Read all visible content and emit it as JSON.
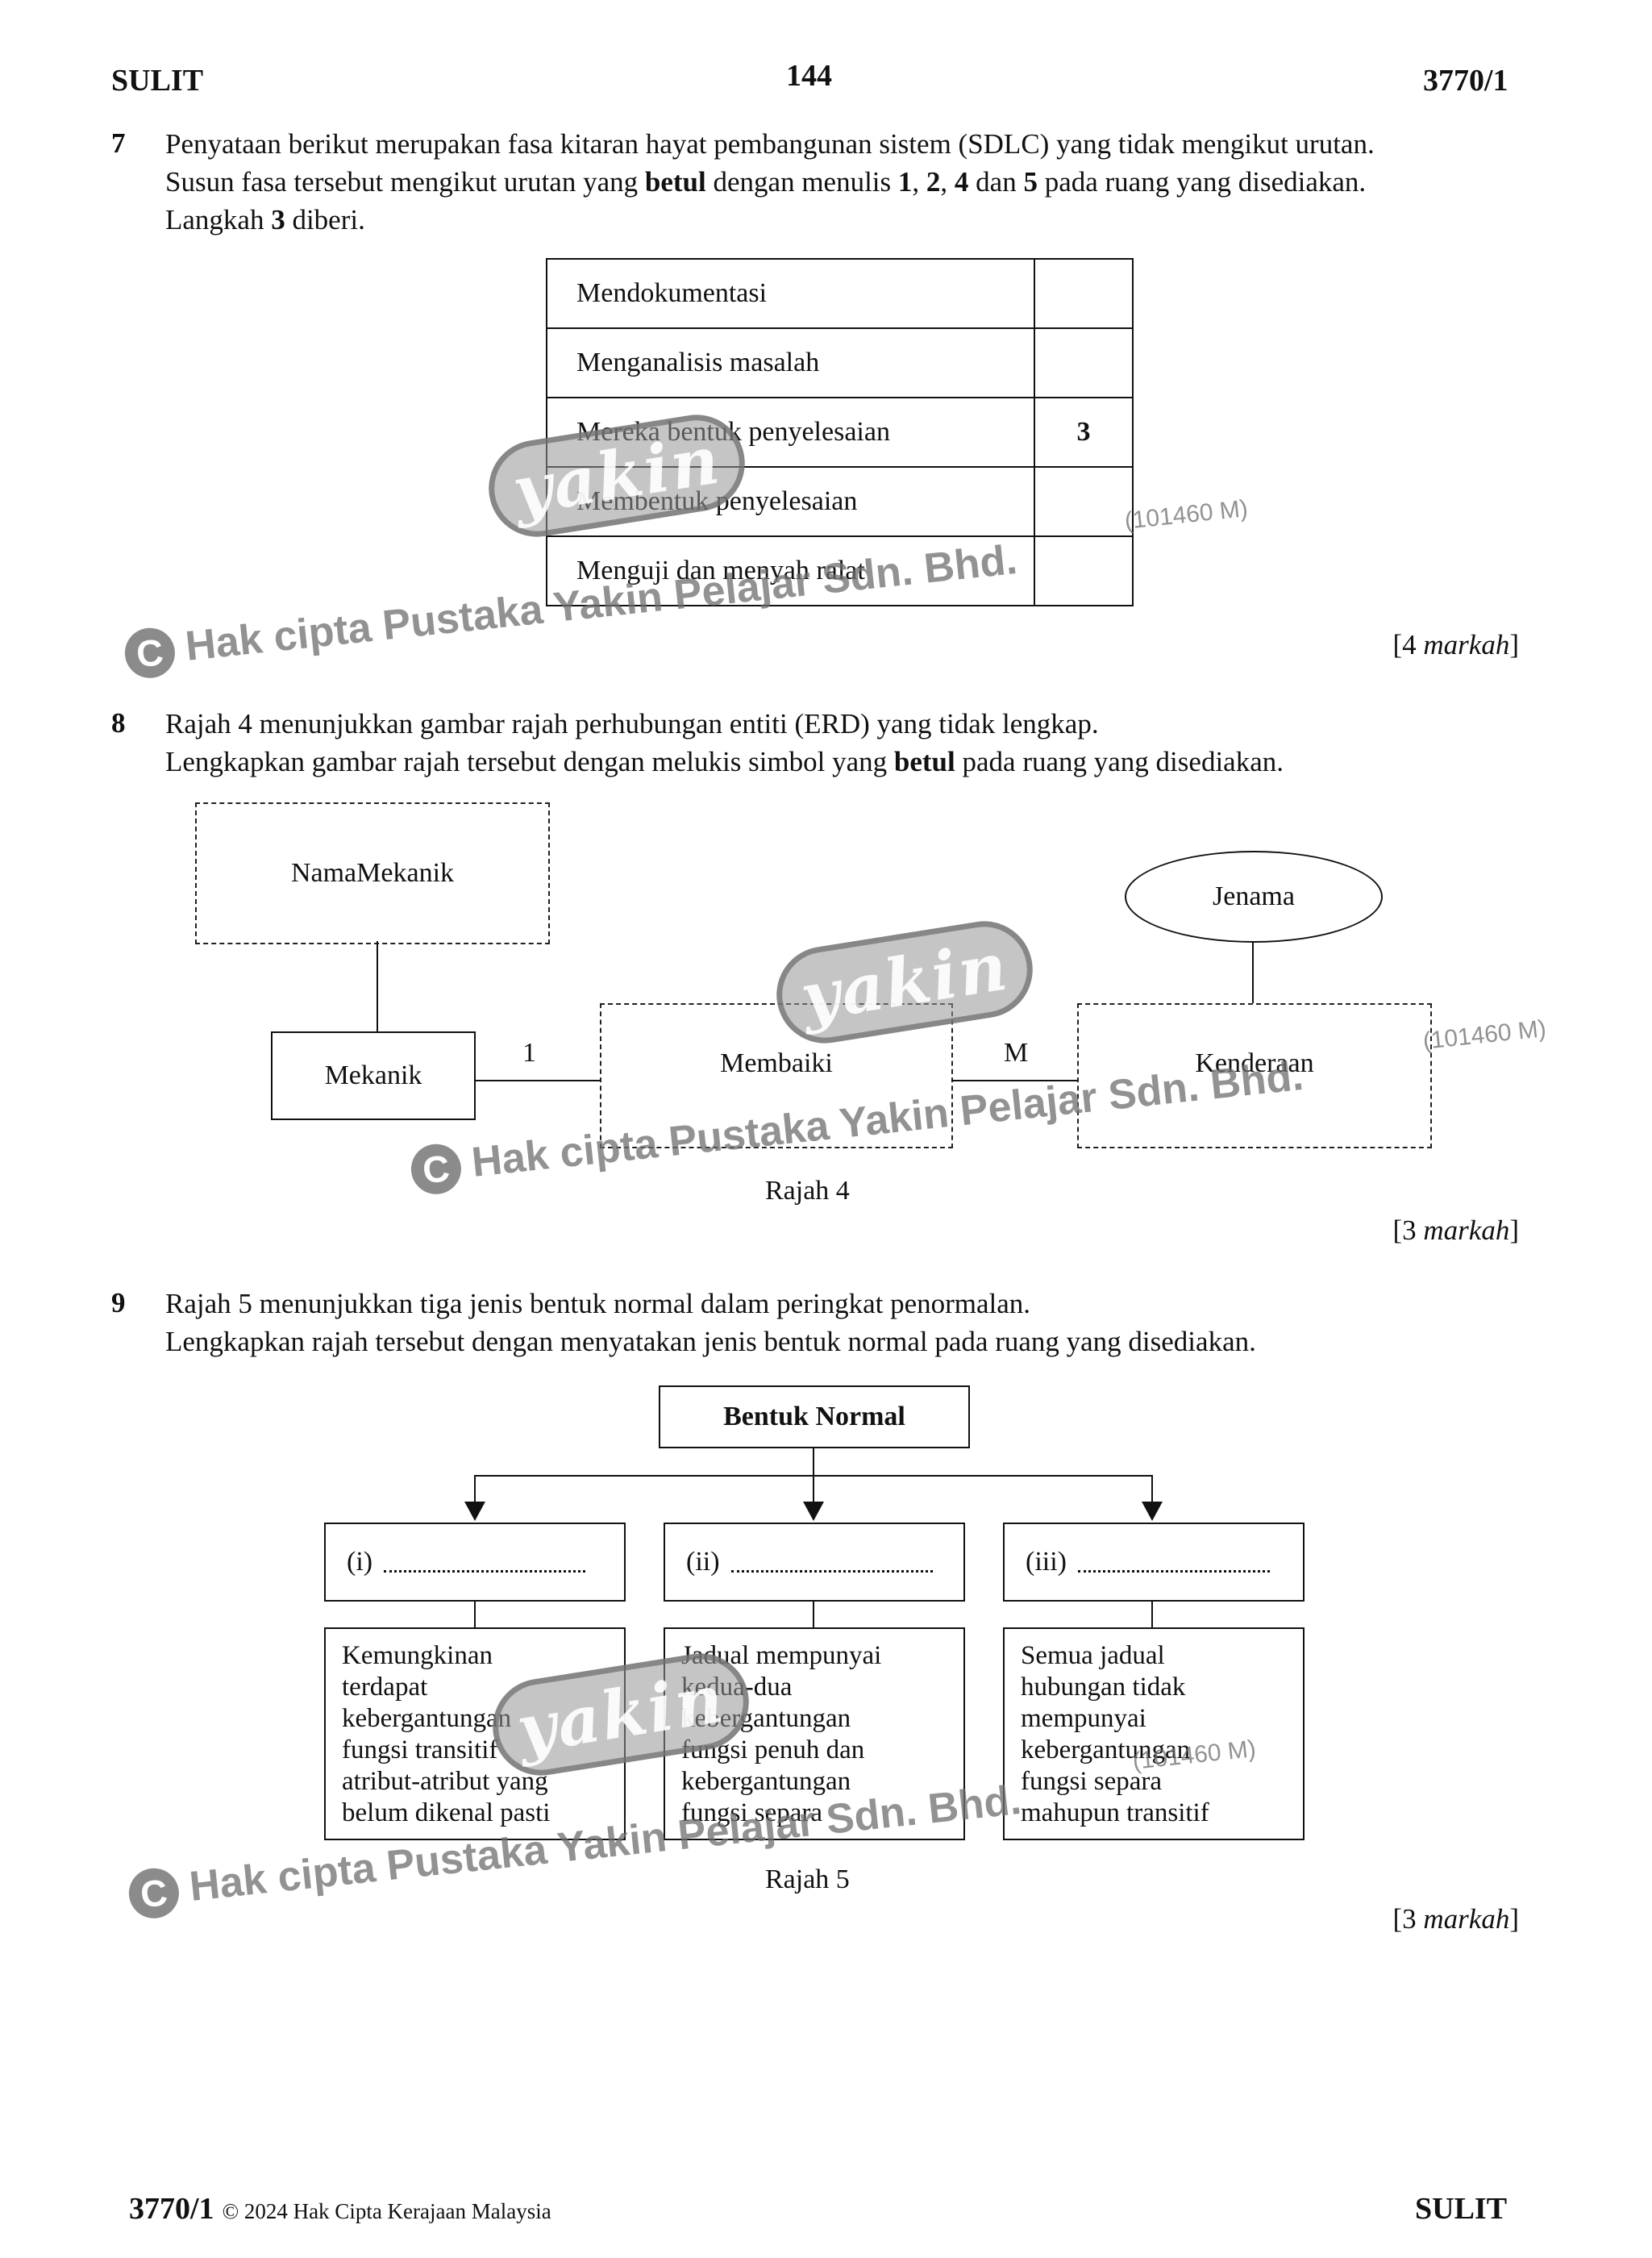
{
  "header": {
    "left": "SULIT",
    "page": "144",
    "right": "3770/1"
  },
  "q7": {
    "number": "7",
    "line1": "Penyataan berikut merupakan fasa kitaran hayat pembangunan sistem (SDLC) yang tidak mengikut urutan.",
    "line2_a": "Susun fasa tersebut mengikut urutan yang ",
    "line2_b": "betul",
    "line2_c": " dengan menulis ",
    "n1": "1",
    "n2": "2",
    "n4": "4",
    "n5": "5",
    "sep": ", ",
    "dan": " dan ",
    "line2_d": " pada ruang yang disediakan.",
    "line3_a": "Langkah ",
    "line3_b": "3",
    "line3_c": " diberi.",
    "rows": [
      {
        "phase": "Mendokumentasi",
        "answer": ""
      },
      {
        "phase": "Menganalisis masalah",
        "answer": ""
      },
      {
        "phase": "Mereka bentuk penyelesaian",
        "answer": "3"
      },
      {
        "phase": "Membentuk penyelesaian",
        "answer": ""
      },
      {
        "phase": "Menguji dan menyah ralat",
        "answer": ""
      }
    ],
    "marks_open": "[4 ",
    "marks_word": "markah",
    "marks_close": "]"
  },
  "q8": {
    "number": "8",
    "line1": "Rajah 4 menunjukkan gambar rajah perhubungan entiti (ERD) yang tidak lengkap.",
    "line2_a": "Lengkapkan gambar rajah tersebut dengan melukis simbol yang ",
    "line2_b": "betul",
    "line2_c": " pada ruang yang disediakan.",
    "erd": {
      "attr_mekanik": "NamaMekanik",
      "attr_kenderaan": "Jenama",
      "entity_left": "Mekanik",
      "relationship": "Membaiki",
      "entity_right": "Kenderaan",
      "card_left": "1",
      "card_right": "M"
    },
    "caption": "Rajah 4",
    "marks_open": "[3 ",
    "marks_word": "markah",
    "marks_close": "]"
  },
  "q9": {
    "number": "9",
    "line1": "Rajah 5 menunjukkan tiga jenis bentuk normal dalam peringkat penormalan.",
    "line2": "Lengkapkan rajah tersebut dengan menyatakan jenis bentuk normal pada ruang yang disediakan.",
    "root": "Bentuk Normal",
    "branches": [
      {
        "label": "(i)",
        "desc": [
          "Kemungkinan",
          "terdapat",
          "kebergantungan",
          "fungsi transitif",
          "atribut-atribut yang",
          "belum dikenal pasti"
        ]
      },
      {
        "label": "(ii)",
        "desc": [
          "Jadual mempunyai",
          "kedua-dua",
          "kebergantungan",
          "fungsi penuh dan",
          "kebergantungan",
          "fungsi separa"
        ]
      },
      {
        "label": "(iii)",
        "desc": [
          "Semua jadual",
          "hubungan tidak",
          "mempunyai",
          "kebergantungan",
          "fungsi separa",
          "mahupun transitif"
        ]
      }
    ],
    "caption": "Rajah 5",
    "marks_open": "[3 ",
    "marks_word": "markah",
    "marks_close": "]"
  },
  "watermark": {
    "logo": "yakin",
    "c": "C",
    "text": "Hak cipta Pustaka Yakin Pelajar Sdn. Bhd.",
    "reg": "(101460 M)"
  },
  "footer": {
    "code": "3770/1",
    "copyright": "© 2024 Hak Cipta Kerajaan Malaysia",
    "right": "SULIT"
  }
}
